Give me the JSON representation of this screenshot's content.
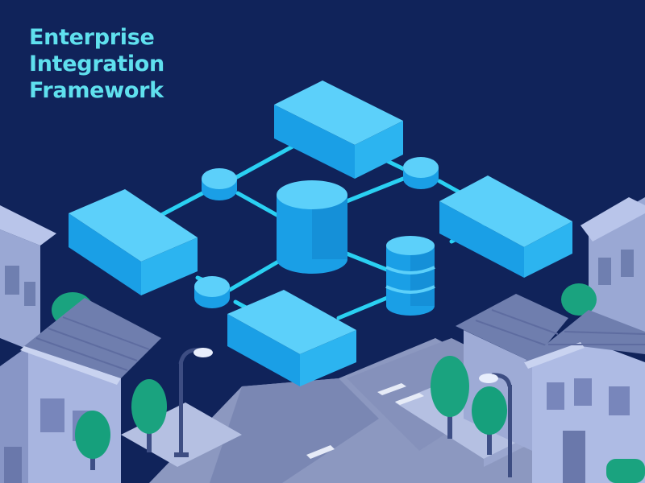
{
  "title": {
    "lines": [
      "Enterprise",
      "Integration",
      "Framework"
    ]
  },
  "colors": {
    "background": "#10235a",
    "title_text": "#5fe0ee",
    "block_top": "#5cd0fa",
    "block_side": "#1a9fe6",
    "connector": "#2ad0f2",
    "building_light": "#aab8e0",
    "building_dark": "#7080b0",
    "road": "#8a96bf",
    "tree": "#1aa37f"
  },
  "icons": [
    "server-block-icon",
    "database-cylinder-icon",
    "stacked-database-icon",
    "connector-node-icon",
    "street-lamp-icon",
    "tree-icon",
    "house-icon"
  ]
}
